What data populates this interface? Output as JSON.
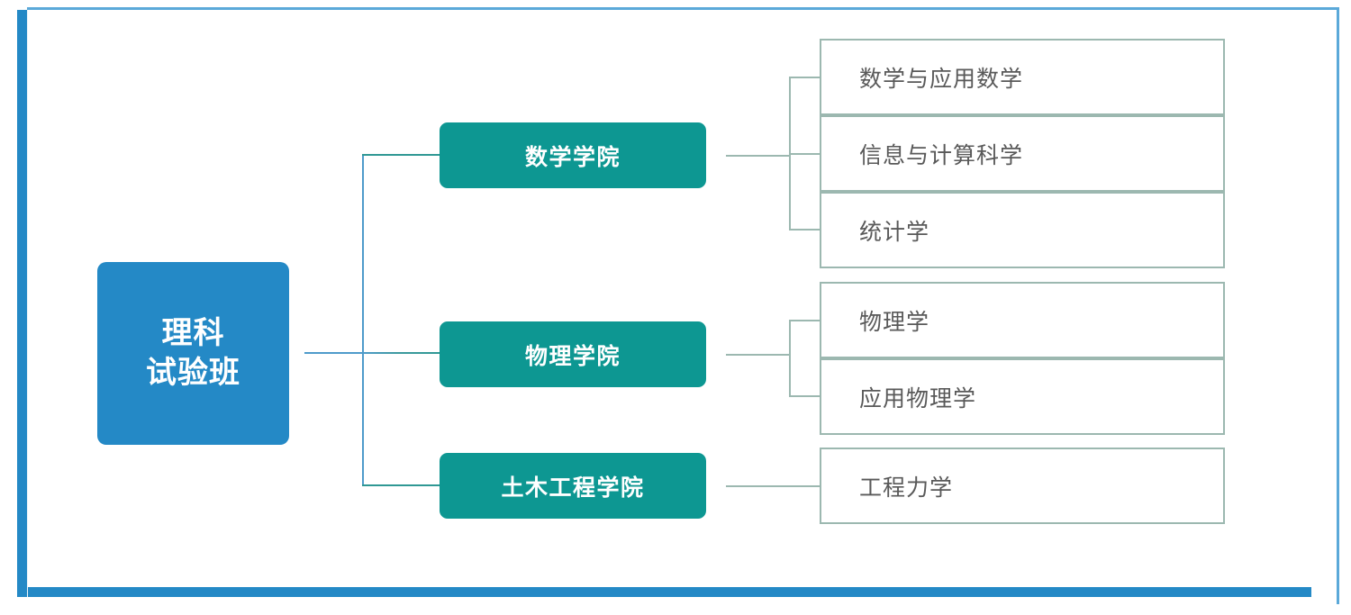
{
  "diagram": {
    "root": {
      "label": "理科\n试验班",
      "color": "#2489c6",
      "text_color": "#ffffff"
    },
    "departments": [
      {
        "id": "math",
        "label": "数学学院",
        "color": "#0d9792",
        "majors": [
          {
            "label": "数学与应用数学"
          },
          {
            "label": "信息与计算科学"
          },
          {
            "label": "统计学"
          }
        ]
      },
      {
        "id": "physics",
        "label": "物理学院",
        "color": "#0d9792",
        "majors": [
          {
            "label": "物理学"
          },
          {
            "label": "应用物理学"
          }
        ]
      },
      {
        "id": "civil",
        "label": "土木工程学院",
        "color": "#0d9792",
        "majors": [
          {
            "label": "工程力学"
          }
        ]
      }
    ],
    "style": {
      "frame_accent": "#2489c6",
      "frame_hairline": "#5ba9d9",
      "leaf_border": "#9cb8b0",
      "leaf_text": "#595959",
      "connector_blue": "#4f9bcb",
      "connector_teal": "#2f9894",
      "connector_sage": "#9cb8b0"
    }
  }
}
